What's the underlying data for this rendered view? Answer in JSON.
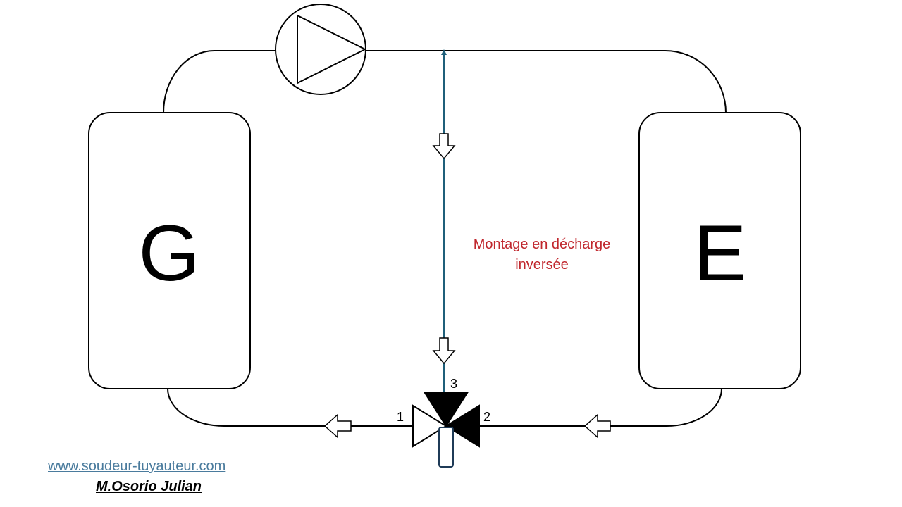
{
  "units": {
    "generator": {
      "letter": "G"
    },
    "emitter": {
      "letter": "E"
    }
  },
  "annotation": {
    "line1": "Montage en décharge",
    "line2": "inversée"
  },
  "valve_ports": {
    "port1": "1",
    "port2": "2",
    "port3": "3"
  },
  "footer": {
    "website": "www.soudeur-tuyauteur.com",
    "author": "M.Osorio Julian"
  },
  "colors": {
    "pipe": "#000000",
    "bypass": "#1f5f7a",
    "annotation": "#c0272d",
    "link": "#4a7b9d"
  }
}
